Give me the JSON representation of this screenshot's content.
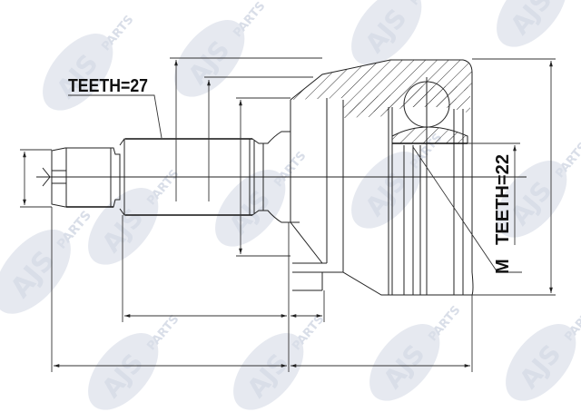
{
  "drawing": {
    "subject": "CV joint technical drawing",
    "labels": {
      "shaft_teeth": "TEETH=27",
      "bell_teeth": "TEETH=22",
      "thread": "M"
    },
    "watermark": {
      "brand": "AJS",
      "suffix": "PARTS",
      "color": "#d9dee8"
    },
    "colors": {
      "line": "#222222",
      "background": "#ffffff"
    }
  }
}
